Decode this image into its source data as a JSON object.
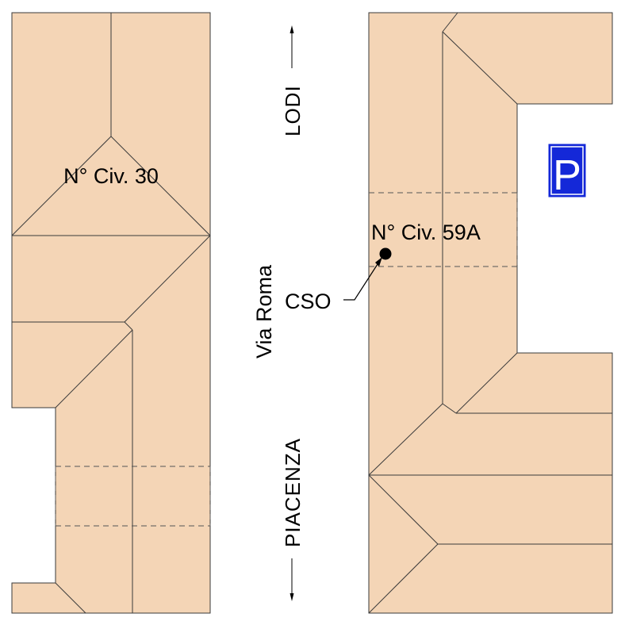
{
  "labels": {
    "civic_left": "N° Civ. 30",
    "civic_right": "N° Civ. 59A",
    "street": "Via Roma",
    "direction_north": "LODI",
    "direction_south": "PIACENZA",
    "point": "CSO",
    "parking": "P"
  },
  "colors": {
    "building_fill": "#f4d5b6",
    "outline": "#3a3a3a",
    "parking_blue": "#1428d8",
    "background": "#ffffff"
  },
  "icons": {
    "parking": "parking-sign-icon",
    "point": "cso-point-marker",
    "arrows": [
      "arrow-up-icon",
      "arrow-down-icon"
    ]
  }
}
